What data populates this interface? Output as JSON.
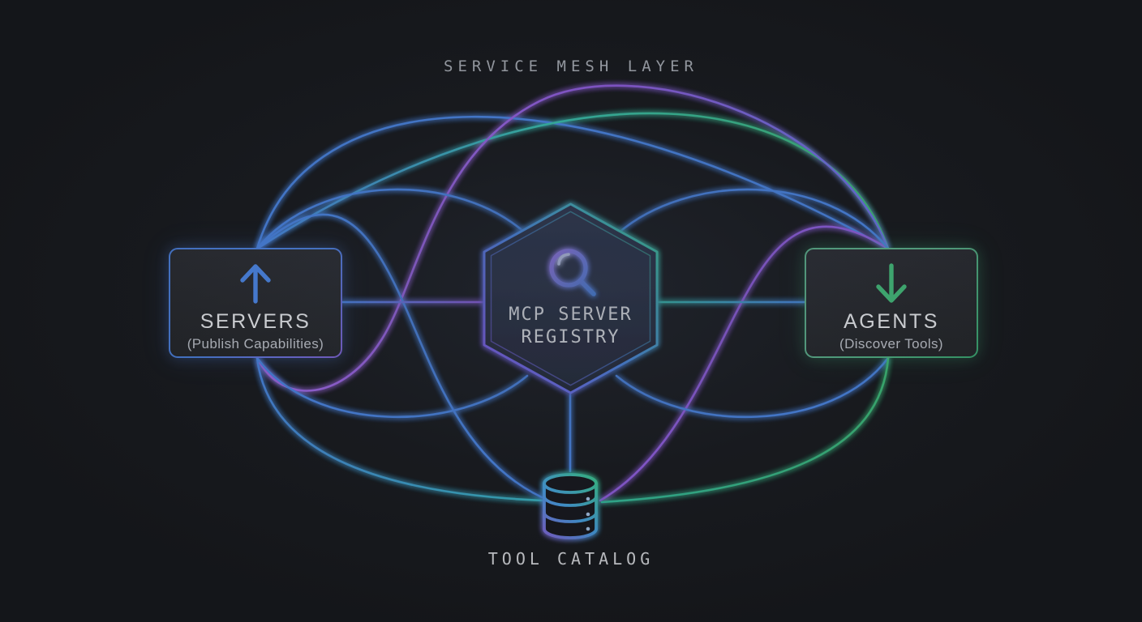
{
  "title": "SERVICE MESH LAYER",
  "nodes": {
    "servers": {
      "label": "SERVERS",
      "sublabel": "(Publish Capabilities)",
      "icon": "arrow-up-icon",
      "accent": "#4e8cf0"
    },
    "registry": {
      "label_line1": "MCP SERVER",
      "label_line2": "REGISTRY",
      "icon": "search-icon"
    },
    "agents": {
      "label": "AGENTS",
      "sublabel": "(Discover Tools)",
      "icon": "arrow-down-icon",
      "accent": "#45c17d"
    },
    "catalog": {
      "label": "TOOL CATALOG",
      "icon": "database-icon"
    }
  },
  "colors": {
    "background": "#17191d",
    "node_fill": "#26282c",
    "hexagon_fill": "#2a3145",
    "blue": "#4e8cf0",
    "teal": "#3ac9b8",
    "green": "#42c97e",
    "purple": "#9a63ee",
    "text_primary": "#f2f4f7",
    "text_secondary": "#c7cbd3",
    "title_text": "#b3b8c0"
  }
}
